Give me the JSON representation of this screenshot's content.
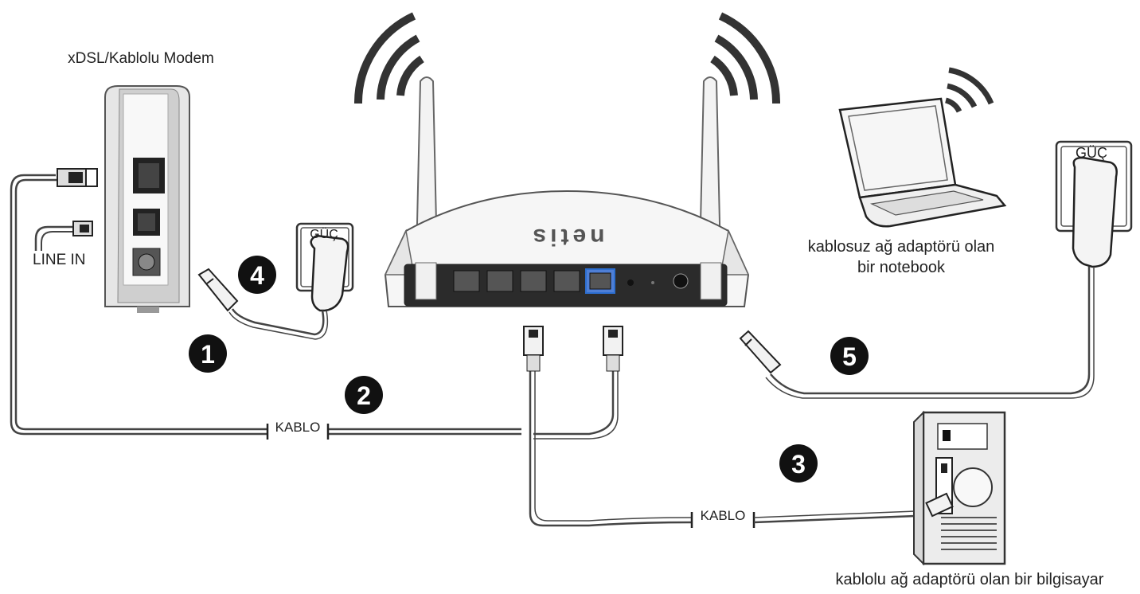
{
  "labels": {
    "modem": "xDSL/Kablolu Modem",
    "line_in": "LINE IN",
    "notebook_line1": "kablosuz ağ adaptörü olan",
    "notebook_line2": "bir notebook",
    "desktop": "kablolu ağ adaptörü olan bir bilgisayar",
    "power_left": "GÜÇ",
    "power_right": "GÜÇ",
    "cable_left": "KABLO",
    "cable_bottom": "KABLO",
    "router_brand": "netis"
  },
  "steps": [
    "1",
    "2",
    "3",
    "4",
    "5"
  ],
  "icons": [
    "modem-icon",
    "router-icon",
    "wifi-signal-icon",
    "notebook-icon",
    "desktop-pc-icon",
    "power-adapter-icon",
    "ethernet-plug-icon"
  ],
  "colors": {
    "line": "#444444",
    "badge": "#111111",
    "port_highlight": "#2d6fd1"
  }
}
